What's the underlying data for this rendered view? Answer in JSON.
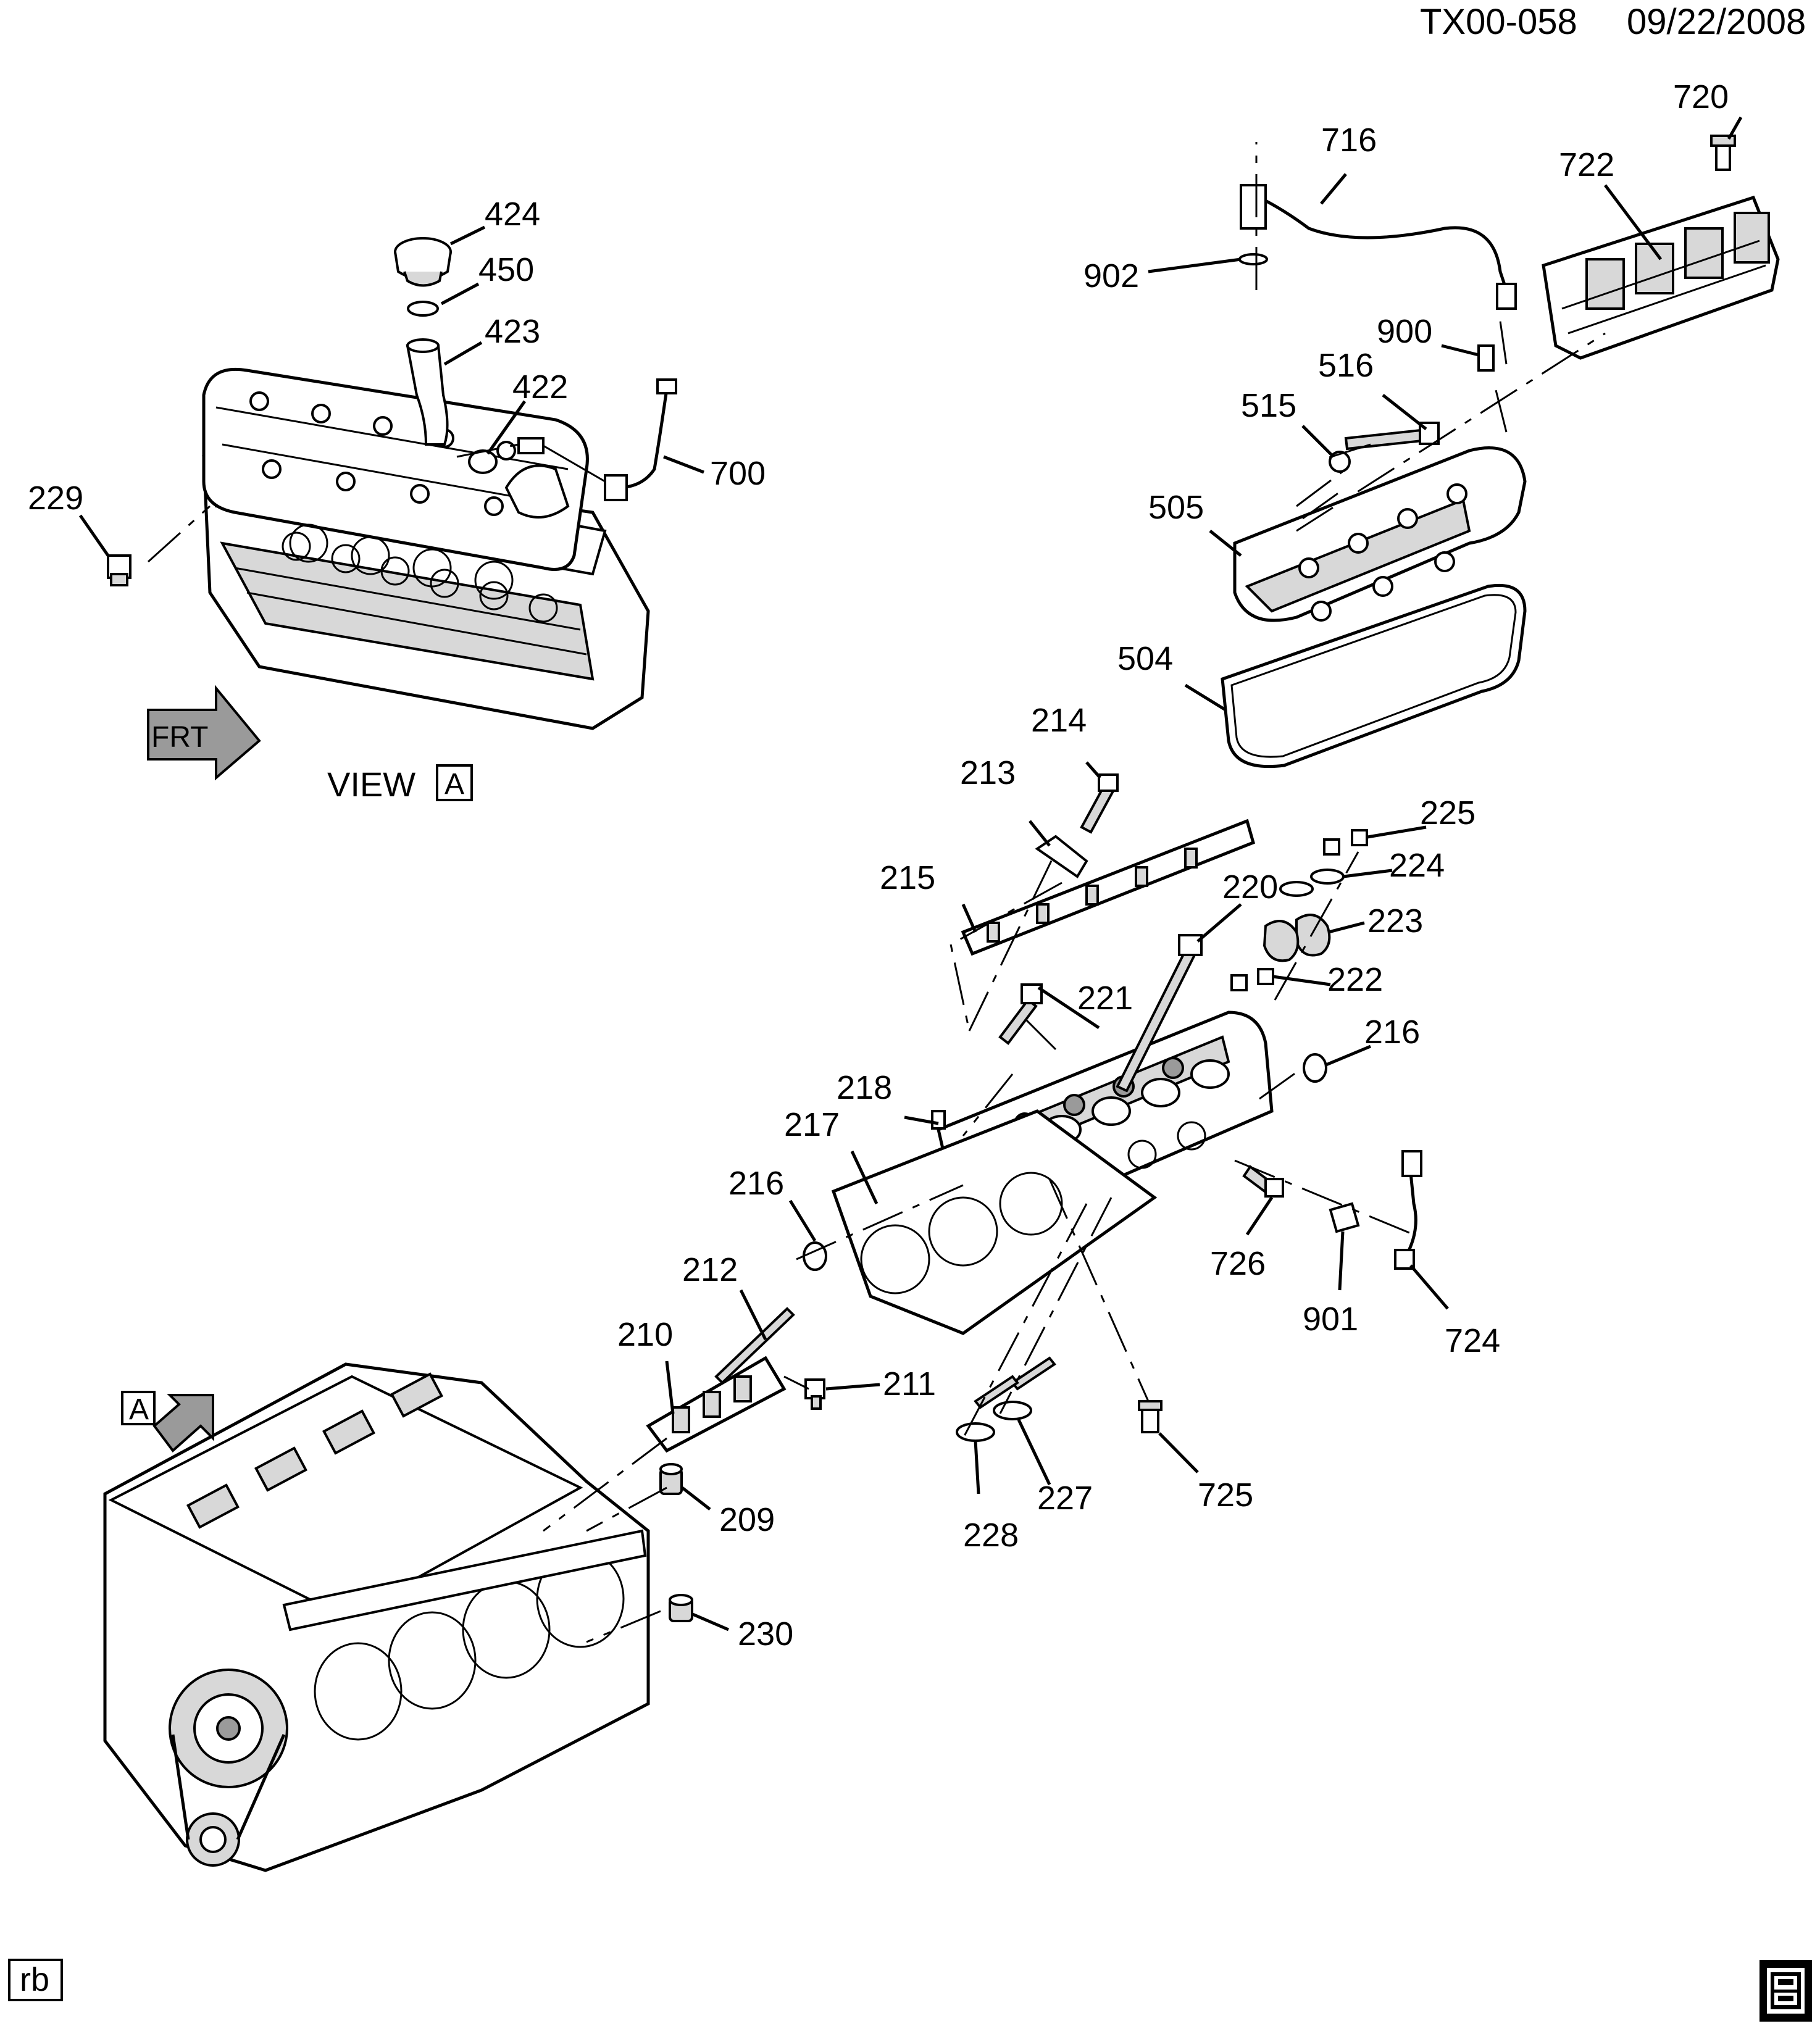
{
  "header": {
    "code": "TX00-058",
    "date": "09/22/2008"
  },
  "view_label": {
    "text": "VIEW",
    "letter": "A"
  },
  "view_arrow_letter": "A",
  "frt_label": "FRT",
  "footer": {
    "initials": "rb",
    "logo": "gmspo-logo"
  },
  "parts": {
    "p424": "424",
    "p450": "450",
    "p423": "423",
    "p422": "422",
    "p700": "700",
    "p229": "229",
    "p716": "716",
    "p720": "720",
    "p722": "722",
    "p902": "902",
    "p900": "900",
    "p516": "516",
    "p515": "515",
    "p505": "505",
    "p504": "504",
    "p214": "214",
    "p213": "213",
    "p215": "215",
    "p225": "225",
    "p224": "224",
    "p220": "220",
    "p223": "223",
    "p221": "221",
    "p222": "222",
    "p216a": "216",
    "p218": "218",
    "p217": "217",
    "p216b": "216",
    "p726": "726",
    "p901": "901",
    "p724": "724",
    "p212": "212",
    "p210": "210",
    "p211": "211",
    "p209": "209",
    "p228": "228",
    "p227": "227",
    "p725": "725",
    "p230": "230"
  }
}
